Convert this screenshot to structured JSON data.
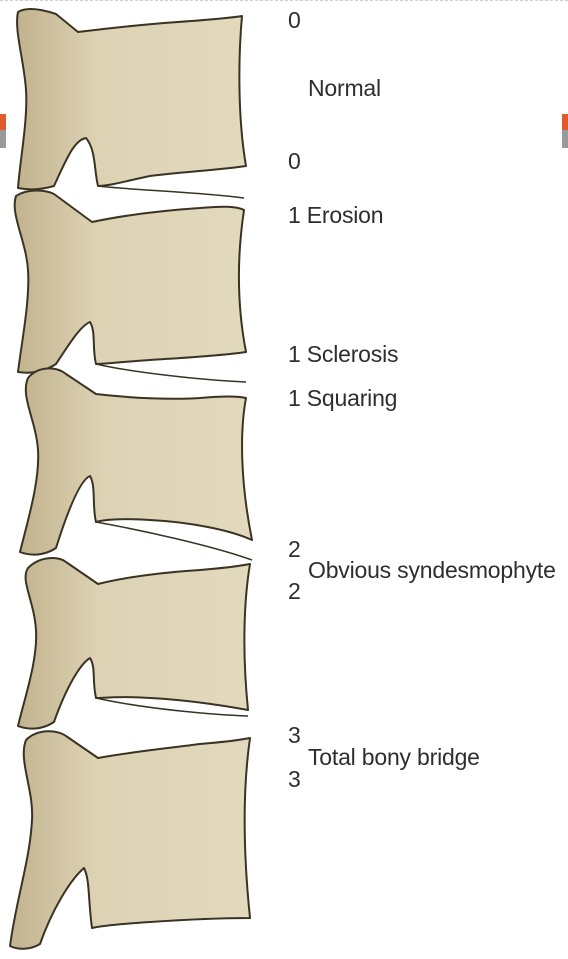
{
  "colors": {
    "bone_fill": "#ddd2b4",
    "bone_shadow": "#c2b38e",
    "bone_outline": "#3a3324",
    "accent_mark": "#e05a2b",
    "label_text": "#2e2e2e"
  },
  "labels": {
    "top_score": "0",
    "normal": "Normal",
    "normal_score_lower": "0",
    "erosion": "1 Erosion",
    "sclerosis": "1 Sclerosis",
    "squaring": "1 Squaring",
    "syndesmophyte_score_upper": "2",
    "syndesmophyte": "Obvious syndesmophyte",
    "syndesmophyte_score_lower": "2",
    "bridge_score_upper": "3",
    "bridge": "Total bony bridge",
    "bridge_score_lower": "3"
  }
}
